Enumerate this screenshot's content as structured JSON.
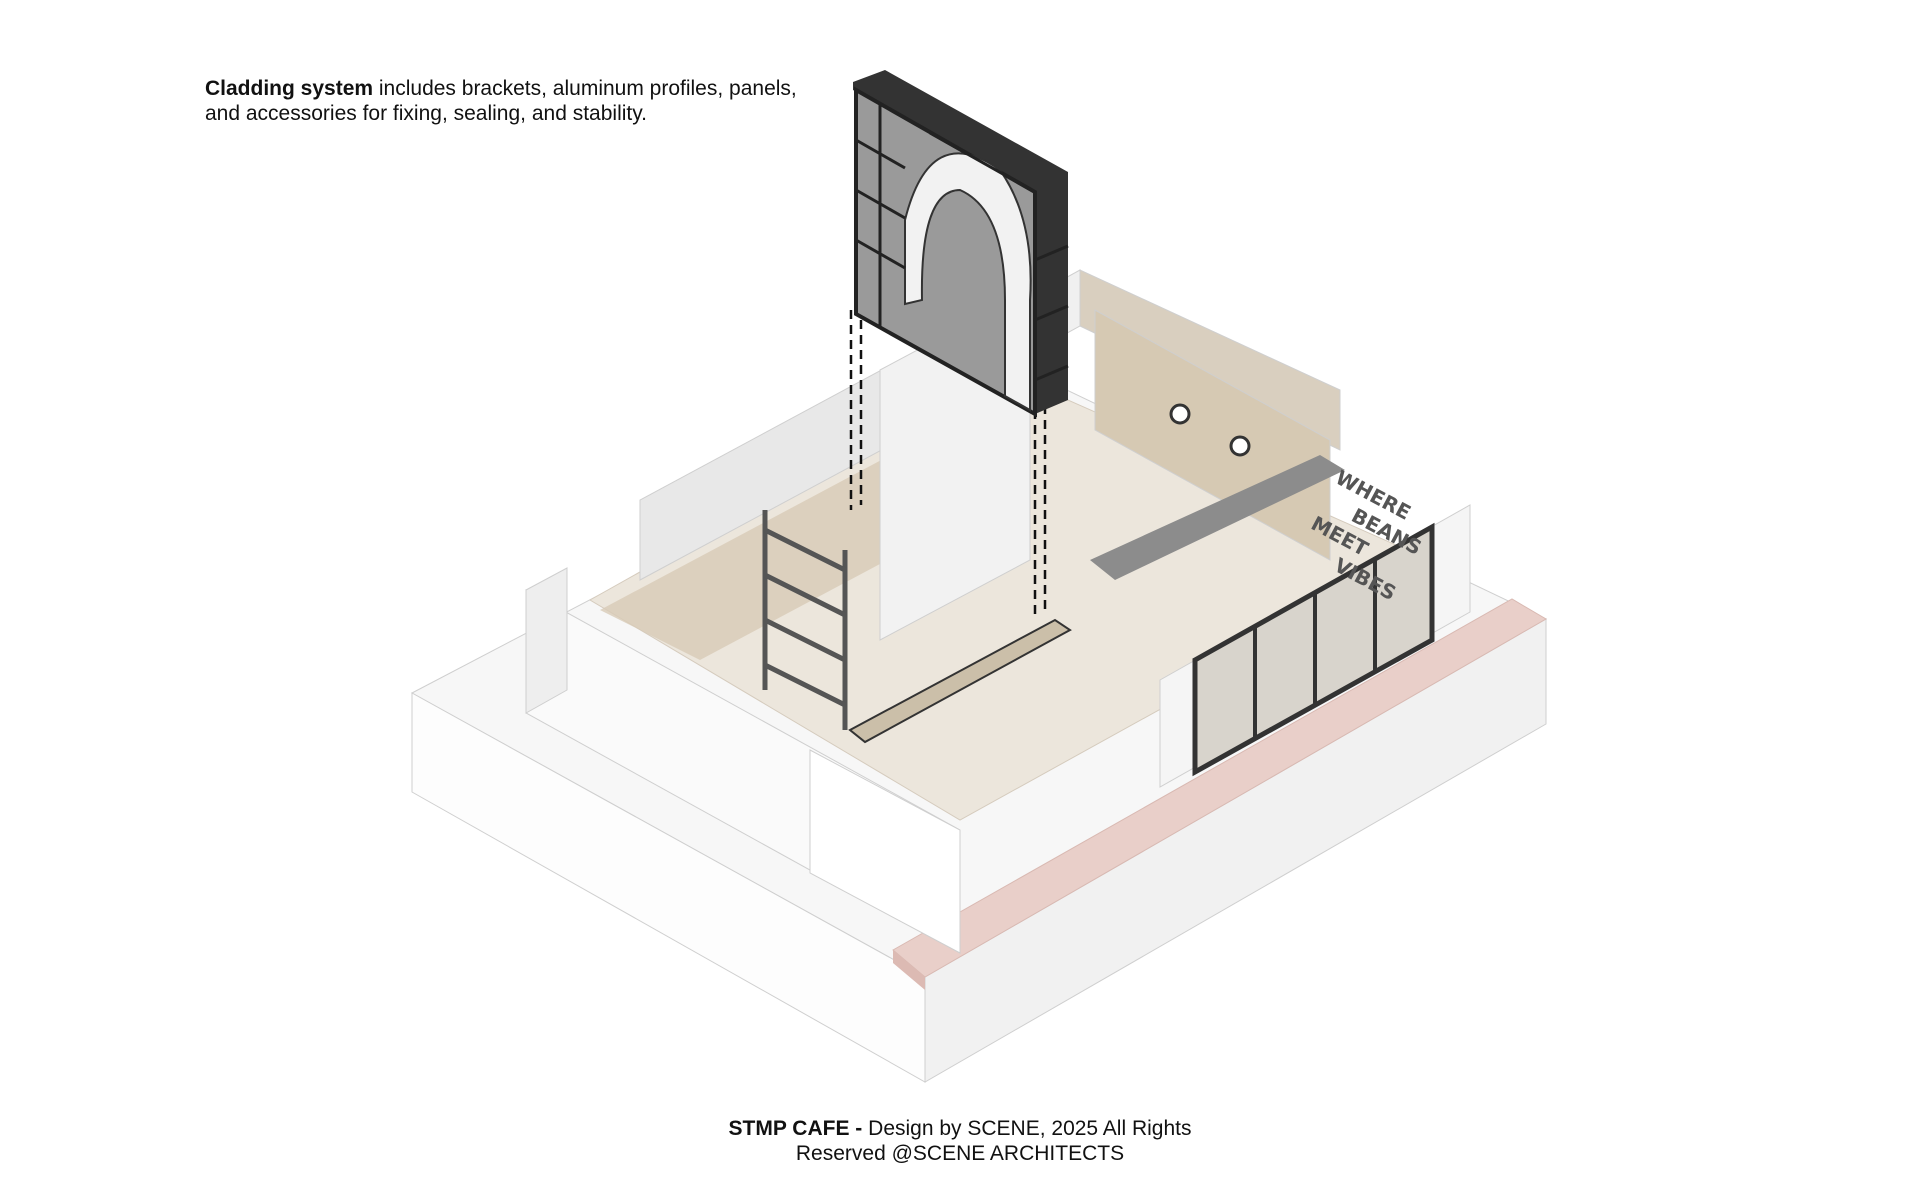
{
  "annotation": {
    "bold": "Cladding system",
    "text": " includes brackets, aluminum profiles, panels, and accessories for fixing, sealing, and stability."
  },
  "caption": {
    "bold": "STMP CAFE -",
    "line1_rest": " Design by SCENE, 2025 All Rights",
    "line2": "Reserved @SCENE ARCHITECTS"
  },
  "sign_lettering": [
    "WHERE",
    "BEANS",
    "MEET",
    "VIBES"
  ],
  "colors": {
    "wall": "#f4f4f4",
    "wall_shade": "#e3e3e3",
    "floor_wood": "#d8cbb6",
    "pavement": "#e9cfc9",
    "frame": "#2b2b2b",
    "glass": "#3a3a3a"
  }
}
